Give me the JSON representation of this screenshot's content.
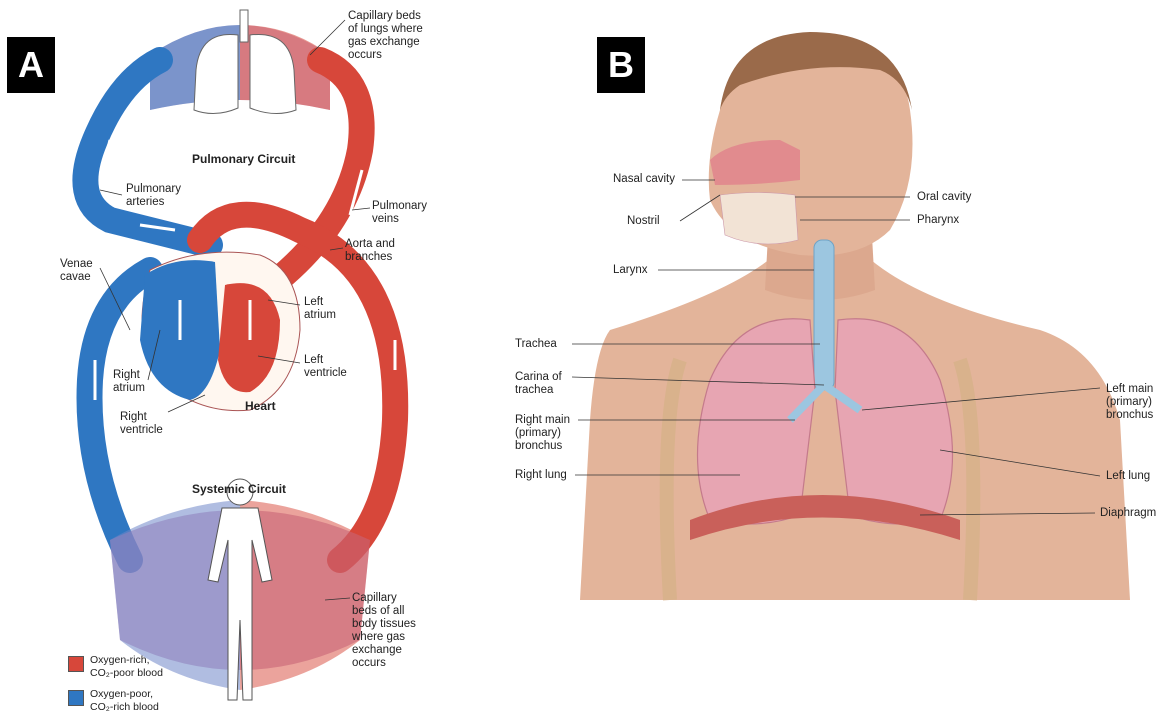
{
  "colors": {
    "oxygen_rich": "#d7473a",
    "oxygen_poor": "#2f77c2",
    "capillary_mix": "#b77fb0",
    "skin": "#e3b49a",
    "hair": "#9a6a4a",
    "lung": "#e7a5b2"
  },
  "panel_a": {
    "letter": "A",
    "labels": {
      "cap_lungs": "Capillary beds\nof lungs where\ngas exchange\noccurs",
      "pulmonary_circuit": "Pulmonary Circuit",
      "pulmonary_arteries": "Pulmonary\narteries",
      "pulmonary_veins": "Pulmonary\nveins",
      "aorta": "Aorta and\nbranches",
      "venae_cavae": "Venae\ncavae",
      "left_atrium": "Left\natrium",
      "left_ventricle": "Left\nventricle",
      "right_atrium": "Right\natrium",
      "right_ventricle": "Right\nventricle",
      "heart": "Heart",
      "systemic_circuit": "Systemic Circuit",
      "cap_body": "Capillary\nbeds of all\nbody tissues\nwhere gas\nexchange\noccurs"
    },
    "legend": [
      {
        "label": "Oxygen-rich,\nCO₂-poor blood",
        "color": "#d7473a"
      },
      {
        "label": "Oxygen-poor,\nCO₂-rich blood",
        "color": "#2f77c2"
      }
    ]
  },
  "panel_b": {
    "letter": "B",
    "labels": {
      "nasal_cavity": "Nasal cavity",
      "nostril": "Nostril",
      "oral_cavity": "Oral cavity",
      "pharynx": "Pharynx",
      "larynx": "Larynx",
      "trachea": "Trachea",
      "carina": "Carina of\ntrachea",
      "right_main_bronchus": "Right main\n(primary)\nbronchus",
      "right_lung": "Right lung",
      "left_main_bronchus": "Left main\n(primary)\nbronchus",
      "left_lung": "Left lung",
      "diaphragm": "Diaphragm"
    }
  }
}
